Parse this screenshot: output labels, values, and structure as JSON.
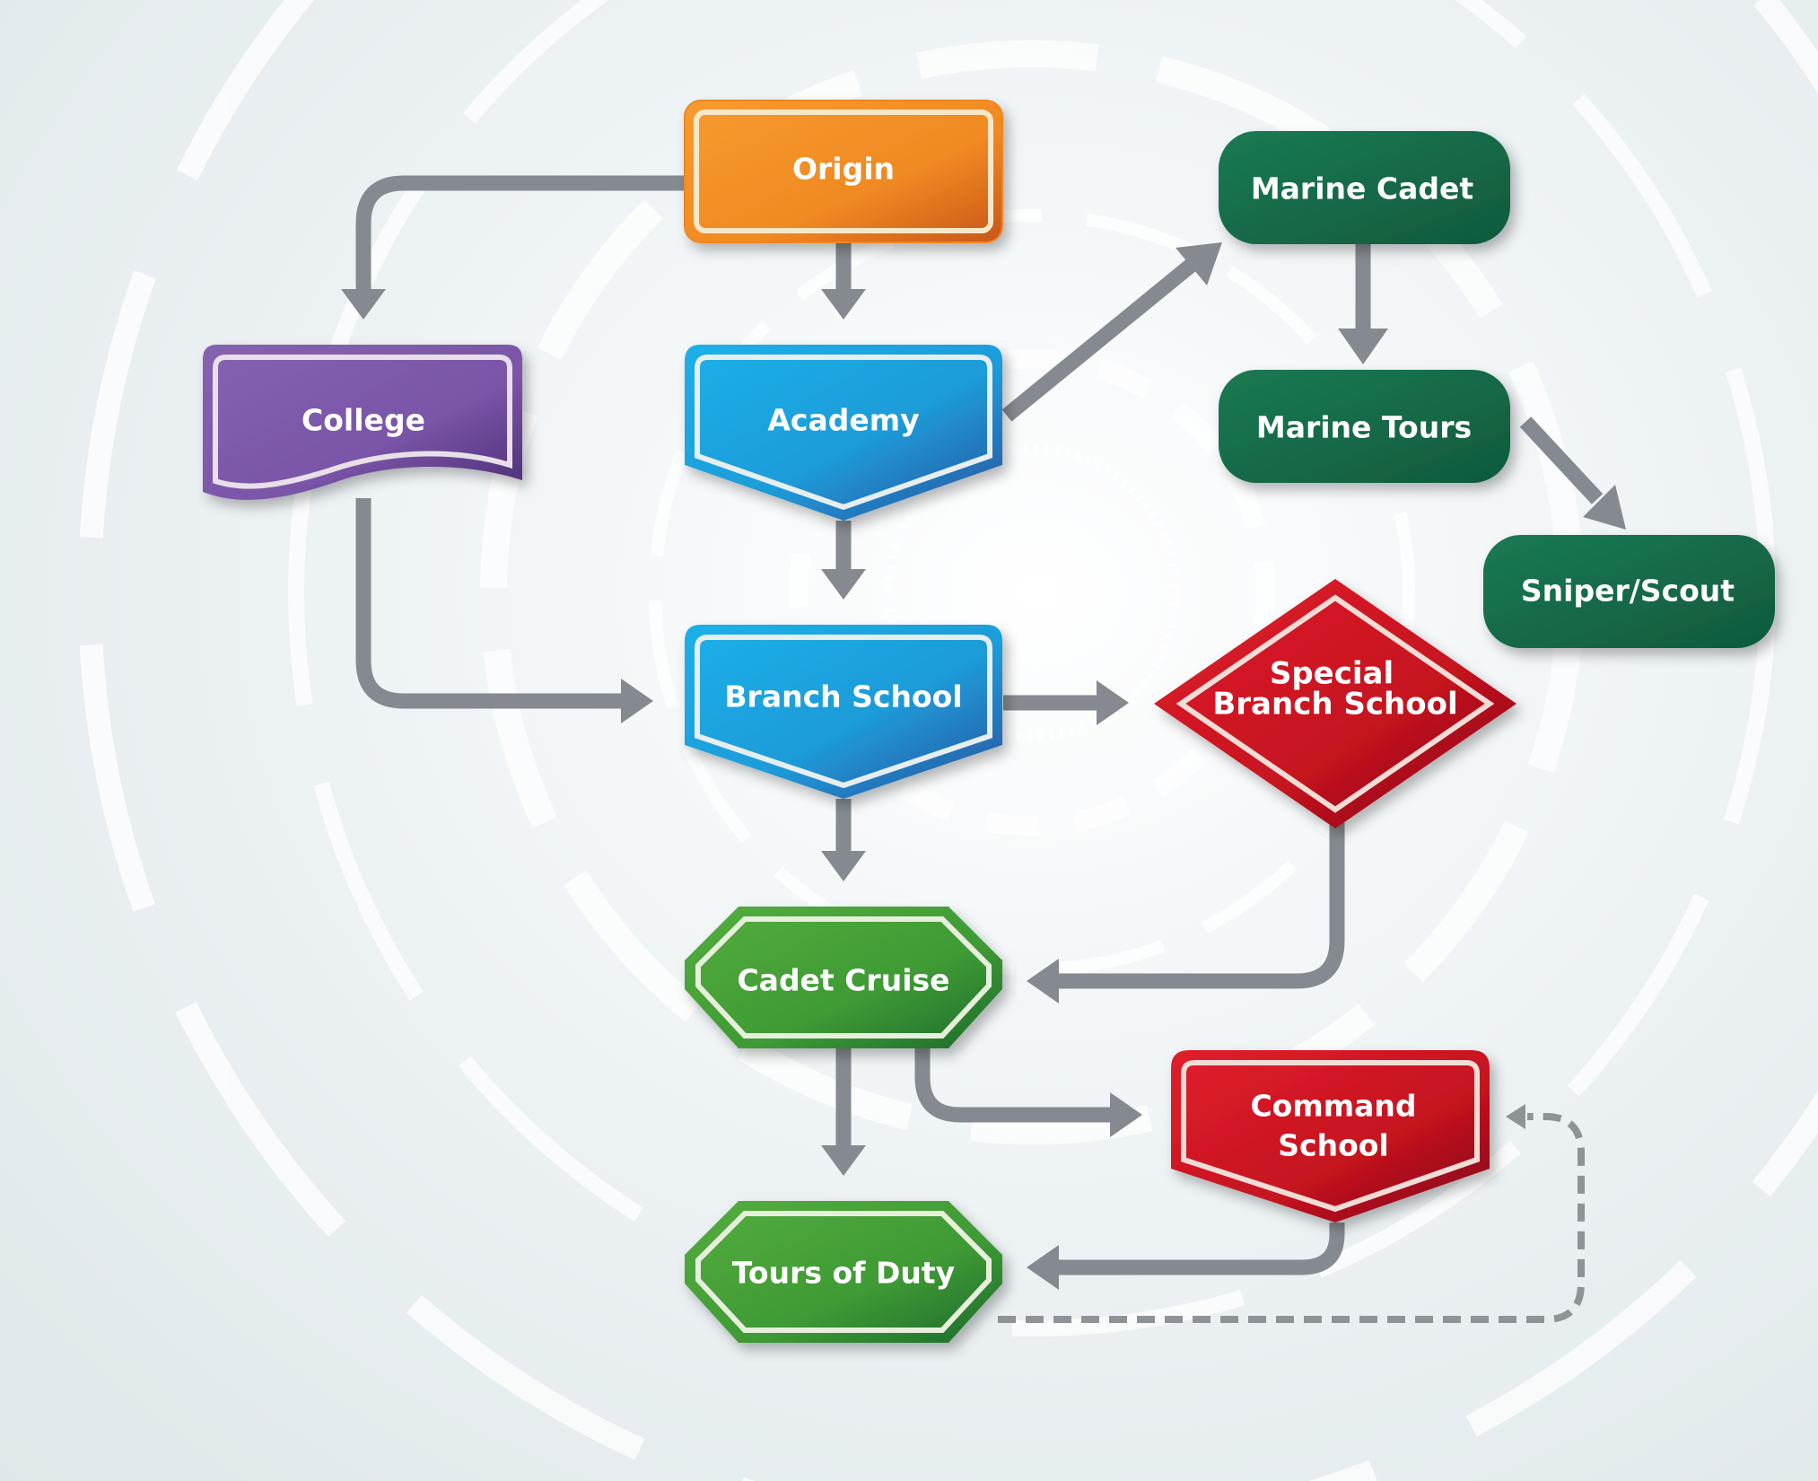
{
  "nodes": {
    "origin": {
      "label": "Origin",
      "color": "#f0861e"
    },
    "academy": {
      "label": "Academy",
      "color": "#1ea0dd"
    },
    "college": {
      "label": "College",
      "color": "#7a50a6"
    },
    "branch_school": {
      "label": "Branch School",
      "color": "#1ea0dd"
    },
    "special_branch_school": {
      "line1": "Special",
      "line2": "Branch School",
      "color": "#c0101e"
    },
    "cadet_cruise": {
      "label": "Cadet Cruise",
      "color": "#3f9a35"
    },
    "tours_of_duty": {
      "label": "Tours of Duty",
      "color": "#3f9a35"
    },
    "command_school": {
      "line1": "Command",
      "line2": "School",
      "color": "#c0101e"
    },
    "marine_cadet": {
      "label": "Marine Cadet",
      "color": "#17694a"
    },
    "marine_tours": {
      "label": "Marine Tours",
      "color": "#17694a"
    },
    "sniper_scout": {
      "label": "Sniper/Scout",
      "color": "#17694a"
    }
  },
  "connector_color": "#848a8f",
  "connections": [
    {
      "from": "Origin",
      "to": "College"
    },
    {
      "from": "Origin",
      "to": "Academy"
    },
    {
      "from": "Academy",
      "to": "Marine Cadet"
    },
    {
      "from": "Academy",
      "to": "Branch School"
    },
    {
      "from": "College",
      "to": "Branch School"
    },
    {
      "from": "Branch School",
      "to": "Special Branch School"
    },
    {
      "from": "Branch School",
      "to": "Cadet Cruise"
    },
    {
      "from": "Special Branch School",
      "to": "Cadet Cruise"
    },
    {
      "from": "Cadet Cruise",
      "to": "Tours of Duty"
    },
    {
      "from": "Cadet Cruise",
      "to": "Command School"
    },
    {
      "from": "Command School",
      "to": "Tours of Duty"
    },
    {
      "from": "Tours of Duty",
      "to": "Command School",
      "style": "dashed"
    },
    {
      "from": "Marine Cadet",
      "to": "Marine Tours"
    },
    {
      "from": "Marine Tours",
      "to": "Sniper/Scout"
    }
  ]
}
